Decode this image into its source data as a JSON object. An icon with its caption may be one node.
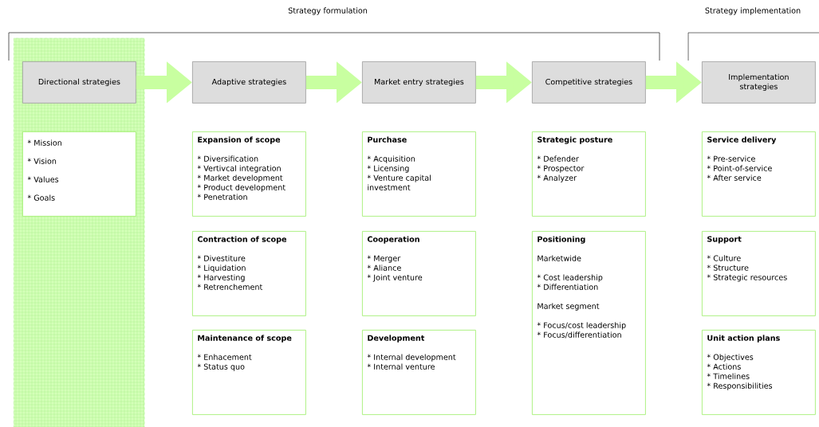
{
  "diagram": {
    "nodes": [
      {
        "text": [],
        "shape": "box"
      },
      {
        "text": [
          "Directional strategies"
        ],
        "in": 0
      },
      {
        "text": [
          "* Mission",
          "* Vision",
          "* Values",
          "* Goals"
        ],
        "in": 0
      },
      {
        "text": [
          "Adaptive strategies"
        ]
      },
      {
        "text": [
          "Market entry strategies"
        ]
      },
      {
        "text": [
          "Competitive strategies"
        ]
      },
      {
        "text": [
          "Implementation strategies"
        ]
      },
      {
        "text": [
          "Expansion of scope",
          "* Diversification",
          "* Vertivcal integration",
          "* Market development",
          "* Product development",
          "* Penetration"
        ]
      },
      {
        "text": [
          "Contraction of scope",
          "* Divestiture",
          "* Liquidation",
          "* Harvesting",
          "* Retrenchement"
        ]
      },
      {
        "text": [
          "Maintenance of scope",
          "* Enhacement",
          "* Status quo"
        ]
      },
      {
        "text": [
          "Purchase",
          "* Acquisition",
          "* Licensing",
          "* Venture capital investment"
        ]
      },
      {
        "text": [
          "Cooperation",
          "* Merger",
          "* Aliance",
          "* Joint venture"
        ]
      },
      {
        "text": [
          "Development",
          "* Internal development",
          "* Internal venture"
        ]
      },
      {
        "text": [
          "Strategic posture",
          "* Defender",
          "* Prospector",
          "* Analyzer"
        ]
      },
      {
        "text": [
          "Positioning",
          "Marketwide",
          "* Cost leadership",
          "* Differentiation",
          "Market segment",
          "* Focus/cost leadership",
          "* Focus/differentiation"
        ]
      },
      {
        "text": [
          "Service delivery",
          "* Pre-service",
          "* Point-of-service",
          "* After service"
        ]
      },
      {
        "text": [
          "Support",
          "* Culture",
          "* Structure",
          "* Strategic resources"
        ]
      },
      {
        "text": [
          "Unit action plans",
          "* Objectives",
          "* Actions",
          "* Timelines",
          "* Responsibilities"
        ]
      }
    ],
    "edges": [
      {
        "from": 1,
        "to": 3,
        "arrow": "to"
      },
      {
        "from": 3,
        "to": 4,
        "arrow": "to"
      },
      {
        "from": 4,
        "to": 5,
        "arrow": "to"
      },
      {
        "from": 5,
        "to": 6,
        "arrow": "to"
      }
    ],
    "labels": [
      "Strategy formulation",
      "Strategy implementation"
    ]
  }
}
